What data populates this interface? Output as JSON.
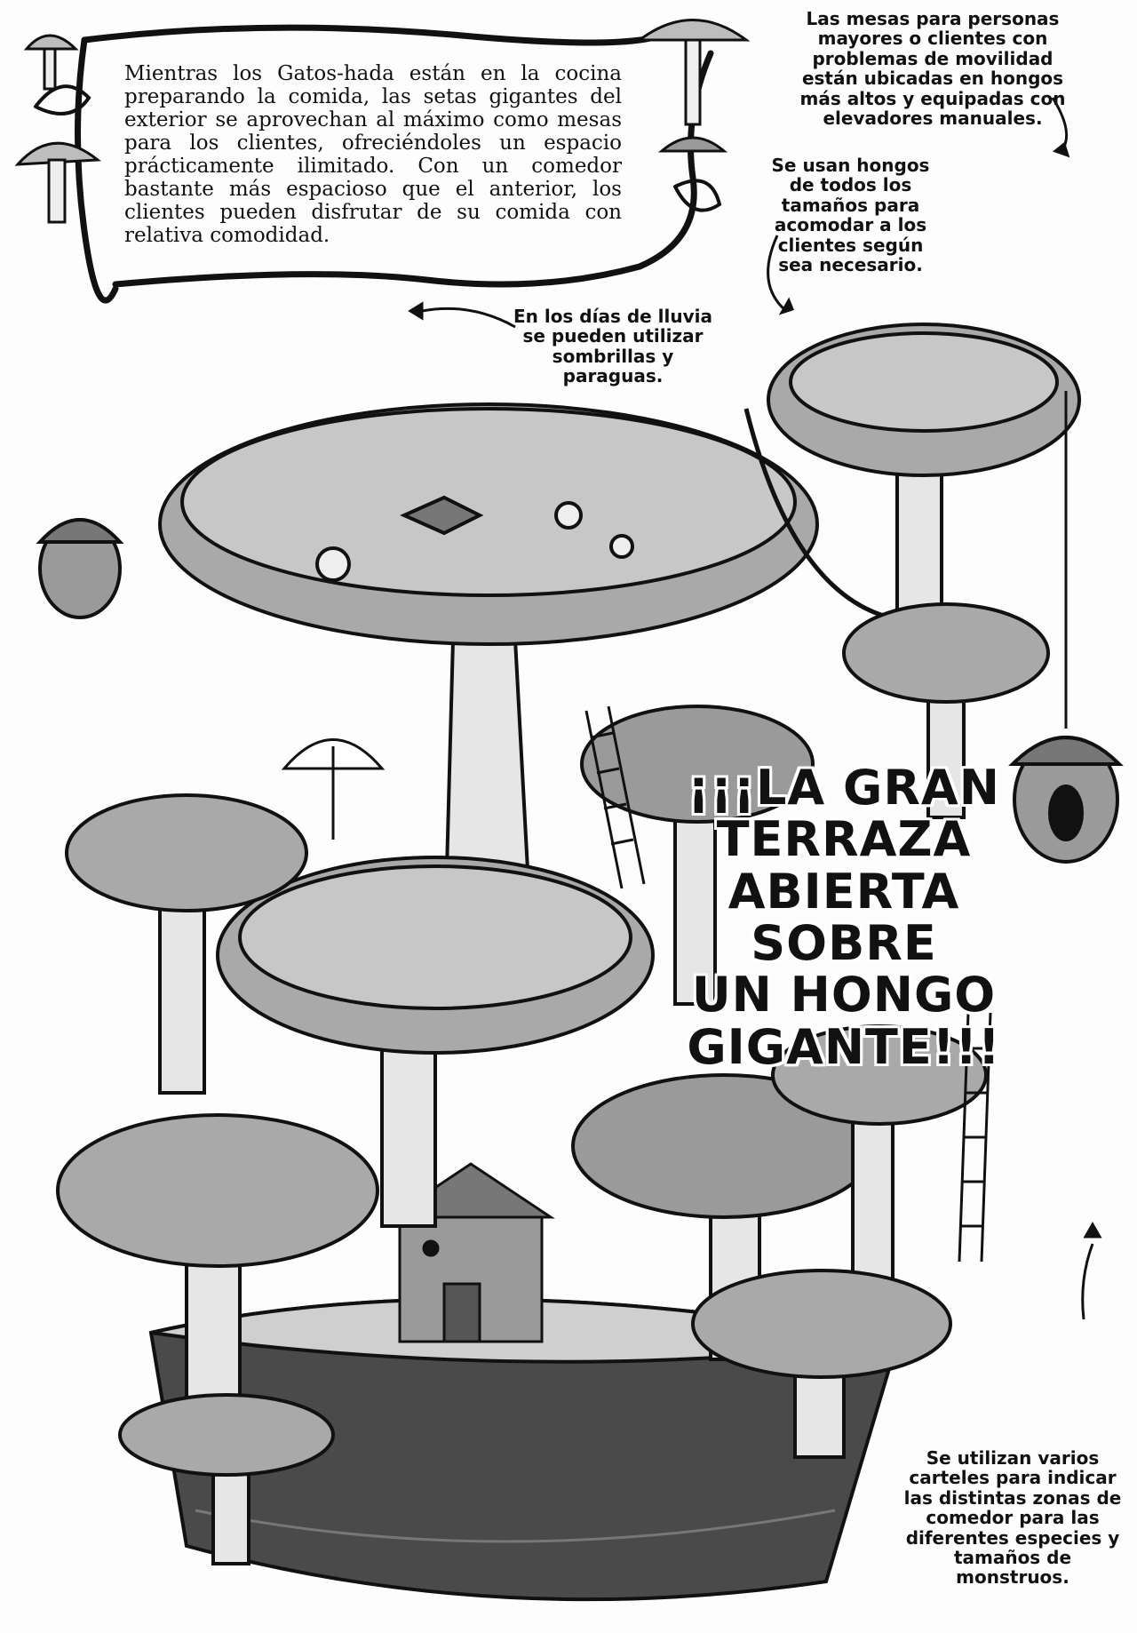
{
  "intro_text": "Mientras los Gatos-hada están en la cocina preparando la comida, las setas gigantes del exterior se aprovechan al máximo como mesas para los clientes, ofreciéndoles un espacio prácticamente ilimitado. Con un comedor bastante más espacioso que el anterior, los clientes pueden disfrutar de su comida con relativa comodidad.",
  "title_lines": [
    "¡¡¡LA GRAN",
    "TERRAZA",
    "ABIERTA SOBRE",
    "UN HONGO",
    "GIGANTE!!!"
  ],
  "notes": {
    "elevators": "Las mesas para personas mayores o clientes con problemas de movilidad están ubicadas en hongos más altos y equipadas con elevadores manuales.",
    "sizes": "Se usan hongos de todos los tamaños para acomodar a los clientes según sea necesario.",
    "rain": "En los días de lluvia se pueden utilizar sombrillas y paraguas.",
    "signs": "Se utilizan varios carteles para indicar las distintas zonas de comedor para las diferentes especies y tamaños de monstruos."
  },
  "colors": {
    "ink": "#111111",
    "cap": "#a9a9a9",
    "cap_dark": "#7d7d7d",
    "stem": "#e6e6e6",
    "ground": "#4a4a4a",
    "grass": "#cfcfcf"
  }
}
